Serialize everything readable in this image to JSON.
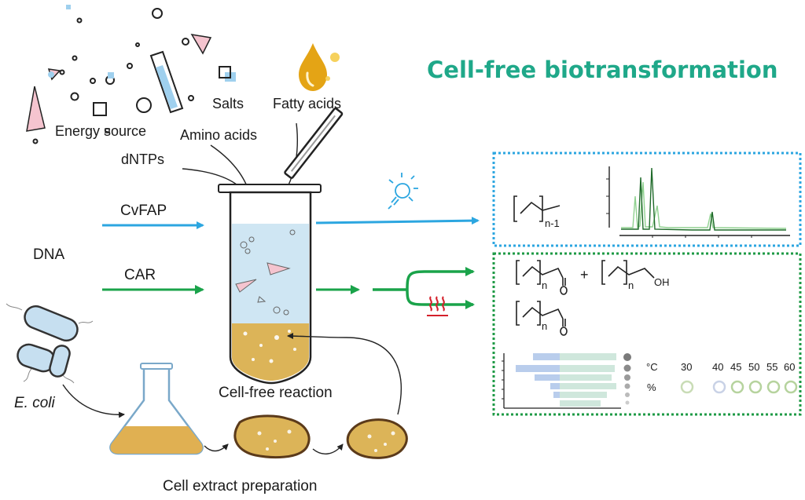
{
  "title": "Cell-free biotransformation",
  "inputs": {
    "energy_source": "Energy source",
    "salts": "Salts",
    "amino_acids": "Amino acids",
    "fatty_acids": "Fatty acids",
    "dntps": "dNTPs"
  },
  "dna": "DNA",
  "enzymes": {
    "cvfap": "CvFAP",
    "car": "CAR"
  },
  "organism": "E. coli",
  "reaction_label": "Cell-free reaction",
  "extract_label": "Cell extract preparation",
  "products": {
    "alkane_subscript": "n-1",
    "aldehyde_subscript": "n",
    "alcohol_subscript": "n",
    "alcohol_group": "OH",
    "aldehyde2_subscript": "n",
    "plus": "+"
  },
  "conditions": {
    "temp_unit": "°C",
    "percent": "%",
    "temperatures": [
      "30",
      "40",
      "45",
      "50",
      "55",
      "60"
    ]
  },
  "colors": {
    "title": "#1fa889",
    "blue_arrow": "#2ca6e0",
    "green_arrow": "#1aa34a",
    "blue_box": "#2ca6e0",
    "green_box": "#1e9a45",
    "heat": "#d4202a",
    "extract": "#e0b052",
    "liquid": "#cfe6f3"
  }
}
